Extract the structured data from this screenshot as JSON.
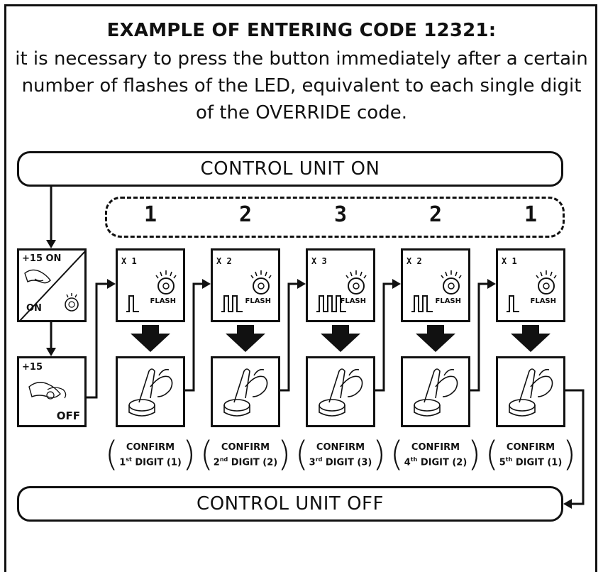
{
  "heading": "EXAMPLE OF ENTERING CODE 12321:",
  "description": "it is necessary to press the button immediately after a certain number of flashes of the LED, equivalent to each single digit of the OVERRIDE code.",
  "control_on": "CONTROL UNIT ON",
  "control_off": "CONTROL UNIT OFF",
  "start": {
    "plus15_on": "+15 ON",
    "on": "ON",
    "plus15": "+15",
    "off": "OFF"
  },
  "flash_label": "FLASH",
  "steps": [
    {
      "digit": "1",
      "times": "X 1",
      "pulses": 1,
      "confirm": "CONFIRM",
      "ord_num": "1",
      "ord_suf": "st",
      "ord_rest": " DIGIT (1)"
    },
    {
      "digit": "2",
      "times": "X 2",
      "pulses": 2,
      "confirm": "CONFIRM",
      "ord_num": "2",
      "ord_suf": "nd",
      "ord_rest": " DIGIT (2)"
    },
    {
      "digit": "3",
      "times": "X 3",
      "pulses": 3,
      "confirm": "CONFIRM",
      "ord_num": "3",
      "ord_suf": "rd",
      "ord_rest": " DIGIT (3)"
    },
    {
      "digit": "2",
      "times": "X 2",
      "pulses": 2,
      "confirm": "CONFIRM",
      "ord_num": "4",
      "ord_suf": "th",
      "ord_rest": " DIGIT (2)"
    },
    {
      "digit": "1",
      "times": "X 1",
      "pulses": 1,
      "confirm": "CONFIRM",
      "ord_num": "5",
      "ord_suf": "th",
      "ord_rest": " DIGIT (1)"
    }
  ]
}
